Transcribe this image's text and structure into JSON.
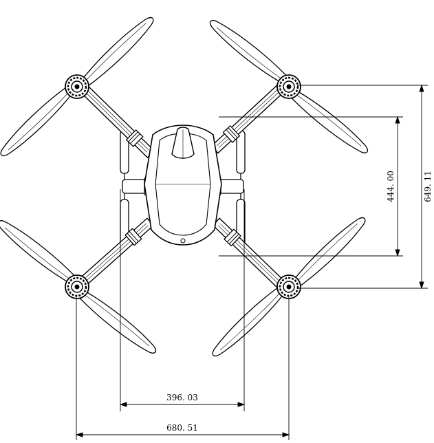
{
  "dimensions": {
    "landing_gear_width": "396. 03",
    "rotor_span_width": "680. 51",
    "inner_height": "444. 00",
    "outer_height": "649. 11"
  },
  "colors": {
    "line": "#000000",
    "background": "#ffffff"
  }
}
